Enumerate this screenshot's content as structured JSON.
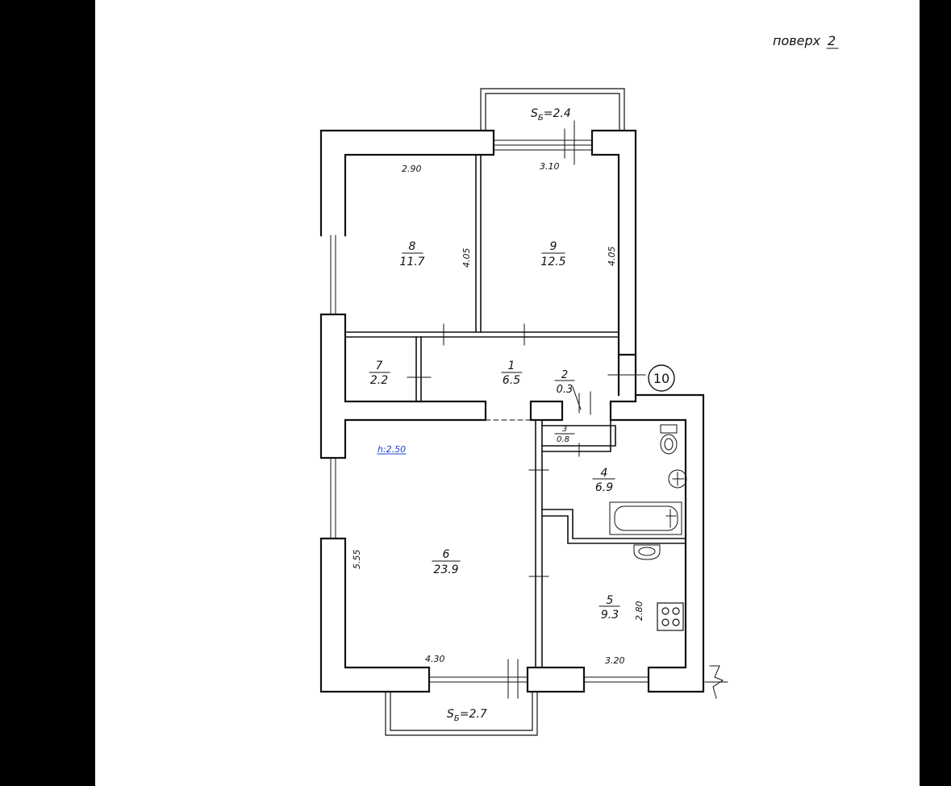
{
  "floor": {
    "label": "поверх",
    "number": "2"
  },
  "balconies": [
    {
      "label": "SБ=2.4",
      "pre": "S",
      "sub": "Б",
      "post": "=2.4"
    },
    {
      "label": "SБ=2.7",
      "pre": "S",
      "sub": "Б",
      "post": "=2.7"
    }
  ],
  "rooms": [
    {
      "num": "1",
      "area": "6.5"
    },
    {
      "num": "2",
      "area": "0.3"
    },
    {
      "num": "3",
      "area": "0.8"
    },
    {
      "num": "4",
      "area": "6.9"
    },
    {
      "num": "5",
      "area": "9.3"
    },
    {
      "num": "6",
      "area": "23.9"
    },
    {
      "num": "7",
      "area": "2.2"
    },
    {
      "num": "8",
      "area": "11.7"
    },
    {
      "num": "9",
      "area": "12.5"
    }
  ],
  "dimensions": {
    "room8_width": "2.90",
    "room9_width": "3.10",
    "room8_depth": "4.05",
    "room9_depth": "4.05",
    "room6_depth": "5.55",
    "room6_width": "4.30",
    "room5_width": "3.20",
    "room5_depth": "2.80"
  },
  "ceiling_height": "h:2.50",
  "apartment_number": "10",
  "colors": {
    "line": "#111111",
    "link": "#1a3fd6",
    "background": "#ffffff"
  }
}
